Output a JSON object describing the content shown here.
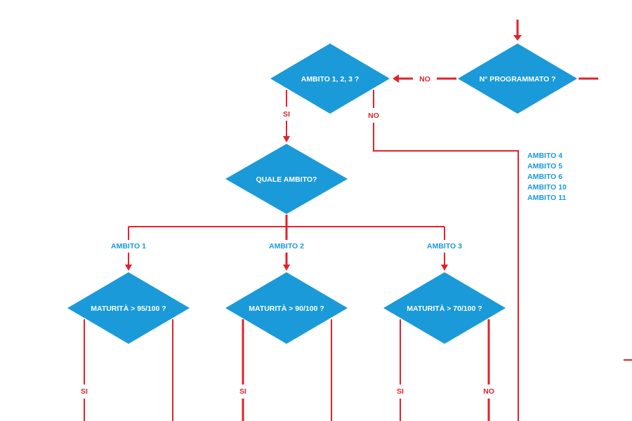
{
  "colors": {
    "node_fill": "#1a9ad9",
    "connector": "#e1222b",
    "node_text": "#ffffff",
    "branch_text": "#1a9ad9"
  },
  "nodes": {
    "programmato": "N° PROGRAMMATO ?",
    "ambito_123": "AMBITO 1, 2, 3 ?",
    "quale_ambito": "QUALE AMBITO?",
    "maturita_95": "MATURITÀ > 95/100 ?",
    "maturita_90": "MATURITÀ > 90/100 ?",
    "maturita_70": "MATURITÀ > 70/100 ?"
  },
  "edges": {
    "programmato_no": "NO",
    "ambito_si": "SI",
    "ambito_no": "NO",
    "m95_si": "SI",
    "m90_si": "SI",
    "m70_si": "SI",
    "m70_no": "NO"
  },
  "branches": {
    "ambito_1": "AMBITO 1",
    "ambito_2": "AMBITO 2",
    "ambito_3": "AMBITO 3"
  },
  "other_ambiti": [
    "AMBITO 4",
    "AMBITO 5",
    "AMBITO 6",
    "AMBITO 10",
    "AMBITO 11"
  ]
}
